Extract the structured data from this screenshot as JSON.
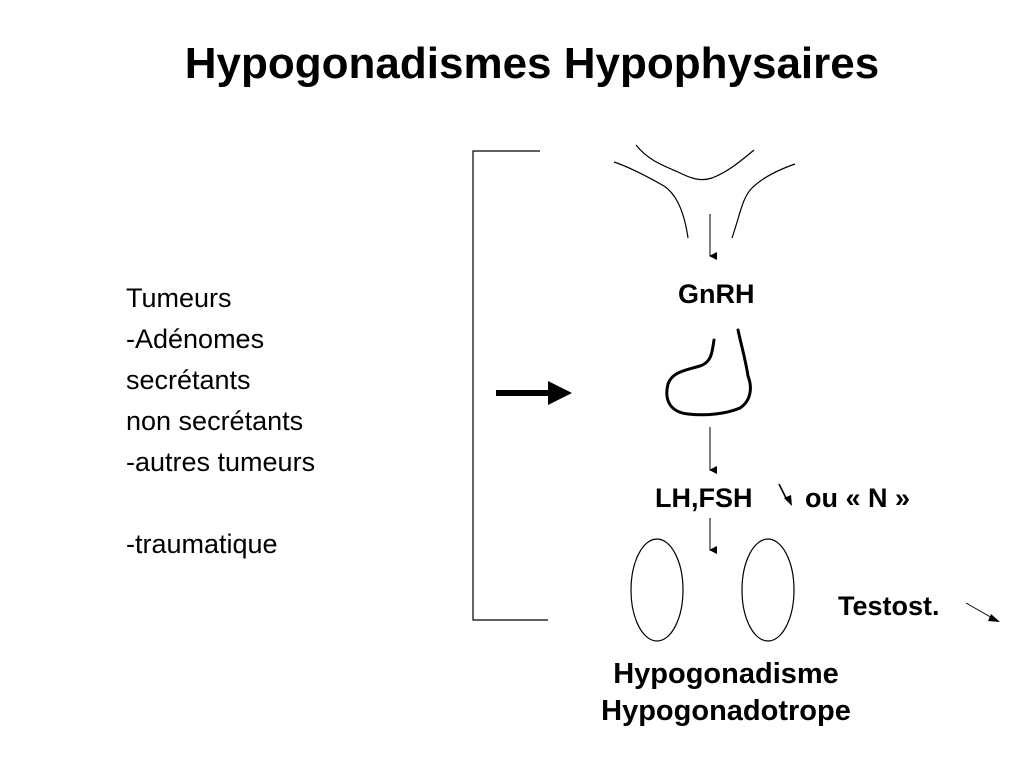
{
  "title": "Hypogonadismes Hypophysaires",
  "causes": [
    "Tumeurs",
    "-Adénomes",
    "secrétants",
    "non secrétants",
    "-autres tumeurs",
    "",
    "-traumatique"
  ],
  "diagram": {
    "hormone_top": "GnRH",
    "hormone_mid": "LH,FSH",
    "hormone_mid_alt": "ou « N »",
    "testosterone": "Testost.",
    "result_line1": "Hypogonadisme",
    "result_line2": "Hypogonadotrope"
  }
}
